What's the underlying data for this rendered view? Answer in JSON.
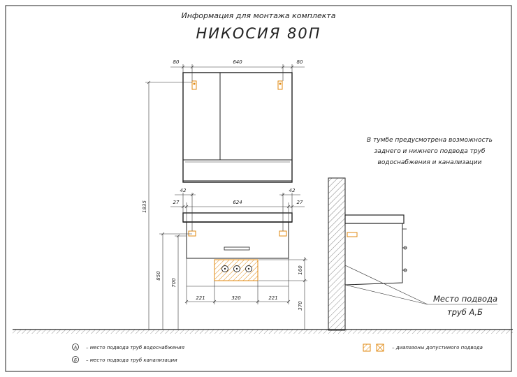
{
  "header": {
    "subtitle": "Информация для монтажа комплекта",
    "title": "НИКОСИЯ 80П"
  },
  "dimensions": {
    "top_left_margin": "80",
    "top_width": "640",
    "top_right_margin": "80",
    "offset_left": "42",
    "offset_right": "42",
    "inner_left": "27",
    "inner_width": "624",
    "inner_right": "27",
    "total_height": "1835",
    "vanity_height": "850",
    "cabinet_height": "700",
    "zone_height": "160",
    "zone_from_floor": "370",
    "zone_left": "221",
    "zone_width": "320",
    "zone_right": "221"
  },
  "note_lines": [
    "В тумбе предусмотрена возможность",
    "заднего и нижнего подвода труб",
    "водоснабжения и канализации"
  ],
  "connection_label": {
    "line1": "Место подвода",
    "line2": "труб А,Б"
  },
  "legend": {
    "a_marker": "А",
    "a_text": "– место подвода труб водоснабжения",
    "b_marker": "Б",
    "b_text": "– место подвода труб канализации",
    "range_text": "– диапазоны допустимого подвода"
  },
  "colors": {
    "lines": "#222222",
    "accent": "#e08a12"
  }
}
